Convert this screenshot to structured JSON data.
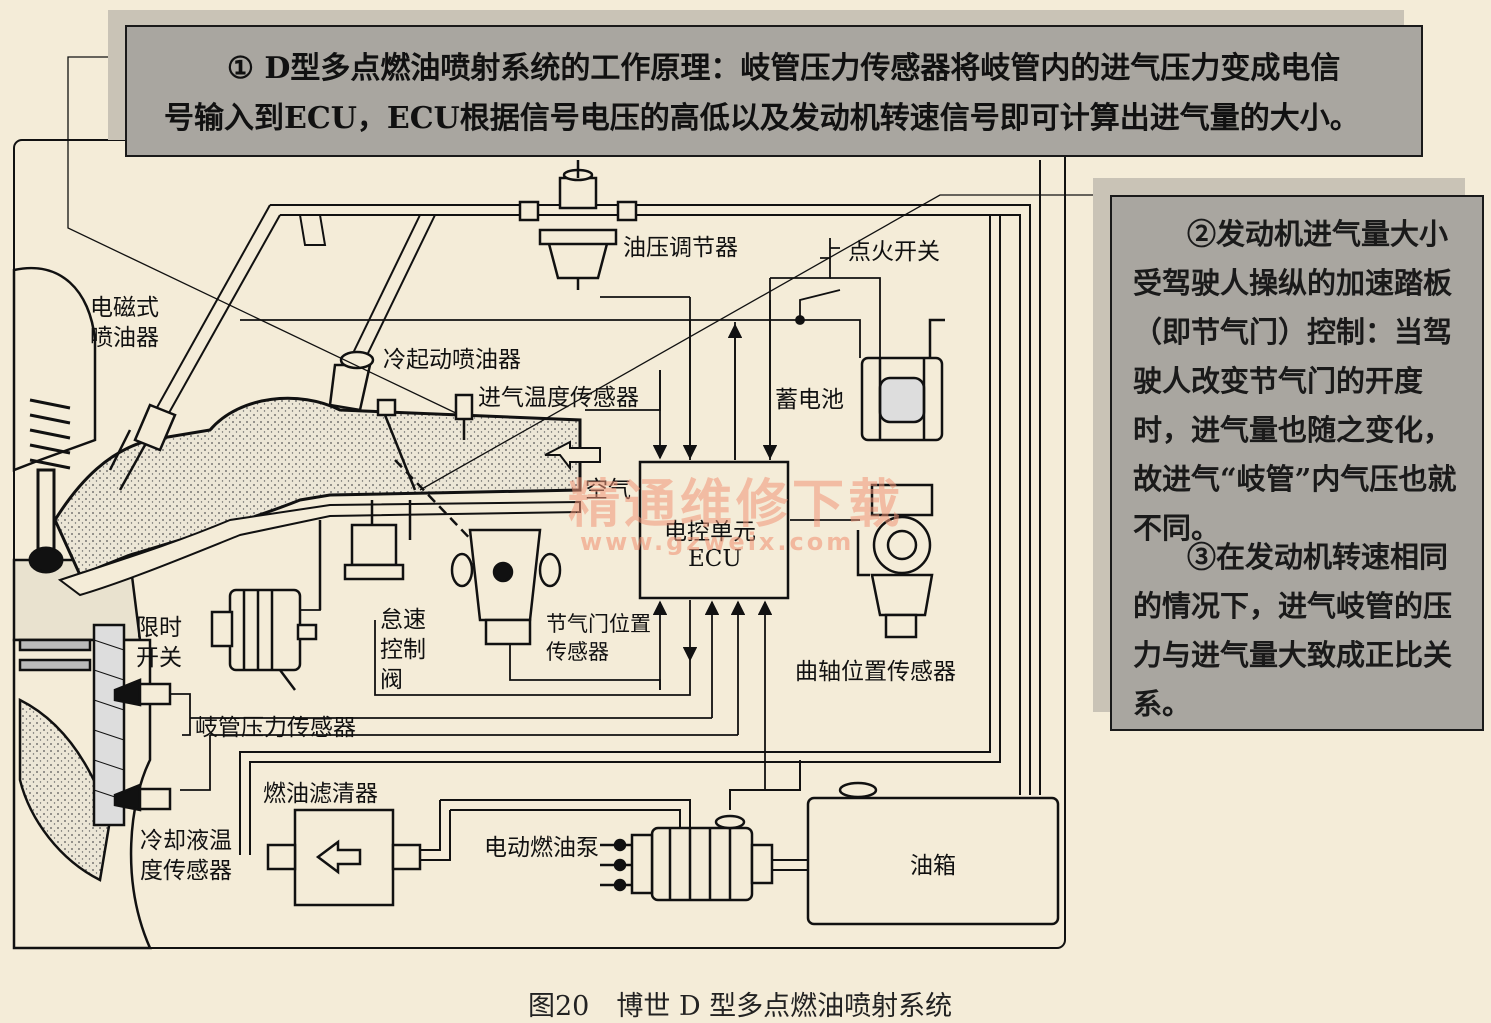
{
  "notes": {
    "note1": "① D型多点燃油喷射系统的工作原理：岐管压力传感器将岐管内的进气压力变成电信",
    "note1_line2": "号输入到ECU，ECU根据信号电压的高低以及发动机转速信号即可计算出进气量的大小。",
    "note2": "②发动机进气量大小受驾驶人操纵的加速踏板（即节气门）控制：当驾驶人改变节气门的开度时，进气量也随之变化，故进气“岐管”内气压也就不同。",
    "note3": "③在发动机转速相同的情况下，进气岐管的压力与进气量大致成正比关系。"
  },
  "labels": {
    "pressure_regulator": "油压调节器",
    "ignition_switch": "点火开关",
    "solenoid_injector": "电磁式喷油器",
    "cold_start_injector": "冷起动喷油器",
    "intake_temp_sensor": "进气温度传感器",
    "battery": "蓄电池",
    "air": "空气",
    "ecu": "电控单元",
    "ecu_en": "ECU",
    "timer_switch": "限时开关",
    "idle_valve": "怠速控制阀",
    "throttle_sensor": "节气门位置传感器",
    "crank_sensor": "曲轴位置传感器",
    "map_sensor": "岐管压力传感器",
    "fuel_filter": "燃油滤清器",
    "fuel_pump": "电动燃油泵",
    "coolant_sensor": "冷却液温度传感器",
    "fuel_tank": "油箱"
  },
  "watermark": {
    "text": "精通维修下载",
    "url": "www.gzweix.com"
  },
  "caption": "图20　博世 D 型多点燃油喷射系统"
}
